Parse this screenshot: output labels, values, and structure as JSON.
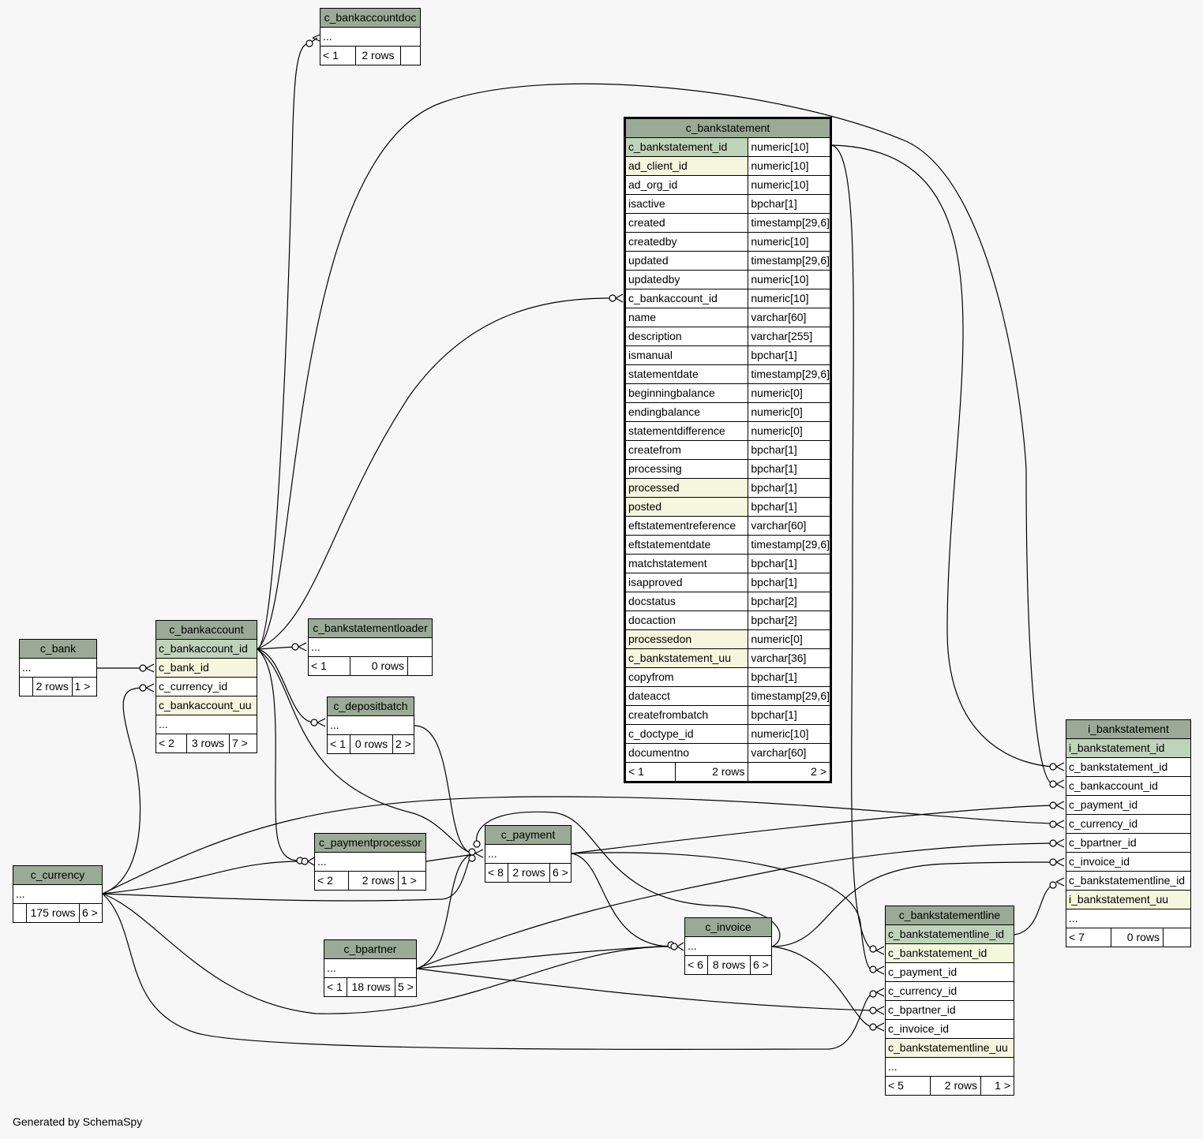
{
  "footer_text": "Generated by SchemaSpy",
  "tables": {
    "c_bankaccountdoc": {
      "name": "c_bankaccountdoc",
      "rows": [
        "..."
      ],
      "footer": [
        "< 1",
        "2 rows",
        ""
      ]
    },
    "c_bankstatement": {
      "name": "c_bankstatement",
      "columns": [
        {
          "name": "c_bankstatement_id",
          "type": "numeric[10]"
        },
        {
          "name": "ad_client_id",
          "type": "numeric[10]"
        },
        {
          "name": "ad_org_id",
          "type": "numeric[10]"
        },
        {
          "name": "isactive",
          "type": "bpchar[1]"
        },
        {
          "name": "created",
          "type": "timestamp[29,6]"
        },
        {
          "name": "createdby",
          "type": "numeric[10]"
        },
        {
          "name": "updated",
          "type": "timestamp[29,6]"
        },
        {
          "name": "updatedby",
          "type": "numeric[10]"
        },
        {
          "name": "c_bankaccount_id",
          "type": "numeric[10]"
        },
        {
          "name": "name",
          "type": "varchar[60]"
        },
        {
          "name": "description",
          "type": "varchar[255]"
        },
        {
          "name": "ismanual",
          "type": "bpchar[1]"
        },
        {
          "name": "statementdate",
          "type": "timestamp[29,6]"
        },
        {
          "name": "beginningbalance",
          "type": "numeric[0]"
        },
        {
          "name": "endingbalance",
          "type": "numeric[0]"
        },
        {
          "name": "statementdifference",
          "type": "numeric[0]"
        },
        {
          "name": "createfrom",
          "type": "bpchar[1]"
        },
        {
          "name": "processing",
          "type": "bpchar[1]"
        },
        {
          "name": "processed",
          "type": "bpchar[1]"
        },
        {
          "name": "posted",
          "type": "bpchar[1]"
        },
        {
          "name": "eftstatementreference",
          "type": "varchar[60]"
        },
        {
          "name": "eftstatementdate",
          "type": "timestamp[29,6]"
        },
        {
          "name": "matchstatement",
          "type": "bpchar[1]"
        },
        {
          "name": "isapproved",
          "type": "bpchar[1]"
        },
        {
          "name": "docstatus",
          "type": "bpchar[2]"
        },
        {
          "name": "docaction",
          "type": "bpchar[2]"
        },
        {
          "name": "processedon",
          "type": "numeric[0]"
        },
        {
          "name": "c_bankstatement_uu",
          "type": "varchar[36]"
        },
        {
          "name": "copyfrom",
          "type": "bpchar[1]"
        },
        {
          "name": "dateacct",
          "type": "timestamp[29,6]"
        },
        {
          "name": "createfrombatch",
          "type": "bpchar[1]"
        },
        {
          "name": "c_doctype_id",
          "type": "numeric[10]"
        },
        {
          "name": "documentno",
          "type": "varchar[60]"
        }
      ],
      "footer": [
        "< 1",
        "2 rows",
        "2 >"
      ]
    },
    "c_bank": {
      "name": "c_bank",
      "rows": [
        "..."
      ],
      "footer": [
        "",
        "2 rows",
        "1 >"
      ]
    },
    "c_bankaccount": {
      "name": "c_bankaccount",
      "rows": [
        "c_bankaccount_id",
        "c_bank_id",
        "c_currency_id",
        "c_bankaccount_uu",
        "..."
      ],
      "footer": [
        "< 2",
        "3 rows",
        "7 >"
      ]
    },
    "c_bankstatementloader": {
      "name": "c_bankstatementloader",
      "rows": [
        "..."
      ],
      "footer": [
        "< 1",
        "0 rows",
        ""
      ]
    },
    "c_depositbatch": {
      "name": "c_depositbatch",
      "rows": [
        "..."
      ],
      "footer": [
        "< 1",
        "0 rows",
        "2 >"
      ]
    },
    "c_paymentprocessor": {
      "name": "c_paymentprocessor",
      "rows": [
        "..."
      ],
      "footer": [
        "< 2",
        "2 rows",
        "1 >"
      ]
    },
    "c_payment": {
      "name": "c_payment",
      "rows": [
        "..."
      ],
      "footer": [
        "< 8",
        "2 rows",
        "6 >"
      ]
    },
    "c_currency": {
      "name": "c_currency",
      "rows": [
        "..."
      ],
      "footer": [
        "",
        "175 rows",
        "6 >"
      ]
    },
    "c_bpartner": {
      "name": "c_bpartner",
      "rows": [
        "..."
      ],
      "footer": [
        "< 1",
        "18 rows",
        "5 >"
      ]
    },
    "c_invoice": {
      "name": "c_invoice",
      "rows": [
        "..."
      ],
      "footer": [
        "< 6",
        "8 rows",
        "6 >"
      ]
    },
    "c_bankstatementline": {
      "name": "c_bankstatementline",
      "rows": [
        "c_bankstatementline_id",
        "c_bankstatement_id",
        "c_payment_id",
        "c_currency_id",
        "c_bpartner_id",
        "c_invoice_id",
        "c_bankstatementline_uu",
        "..."
      ],
      "footer": [
        "< 5",
        "2 rows",
        "1 >"
      ]
    },
    "i_bankstatement": {
      "name": "i_bankstatement",
      "rows": [
        "i_bankstatement_id",
        "c_bankstatement_id",
        "c_bankaccount_id",
        "c_payment_id",
        "c_currency_id",
        "c_bpartner_id",
        "c_invoice_id",
        "c_bankstatementline_id",
        "i_bankstatement_uu",
        "..."
      ],
      "footer": [
        "< 7",
        "0 rows",
        ""
      ]
    }
  }
}
